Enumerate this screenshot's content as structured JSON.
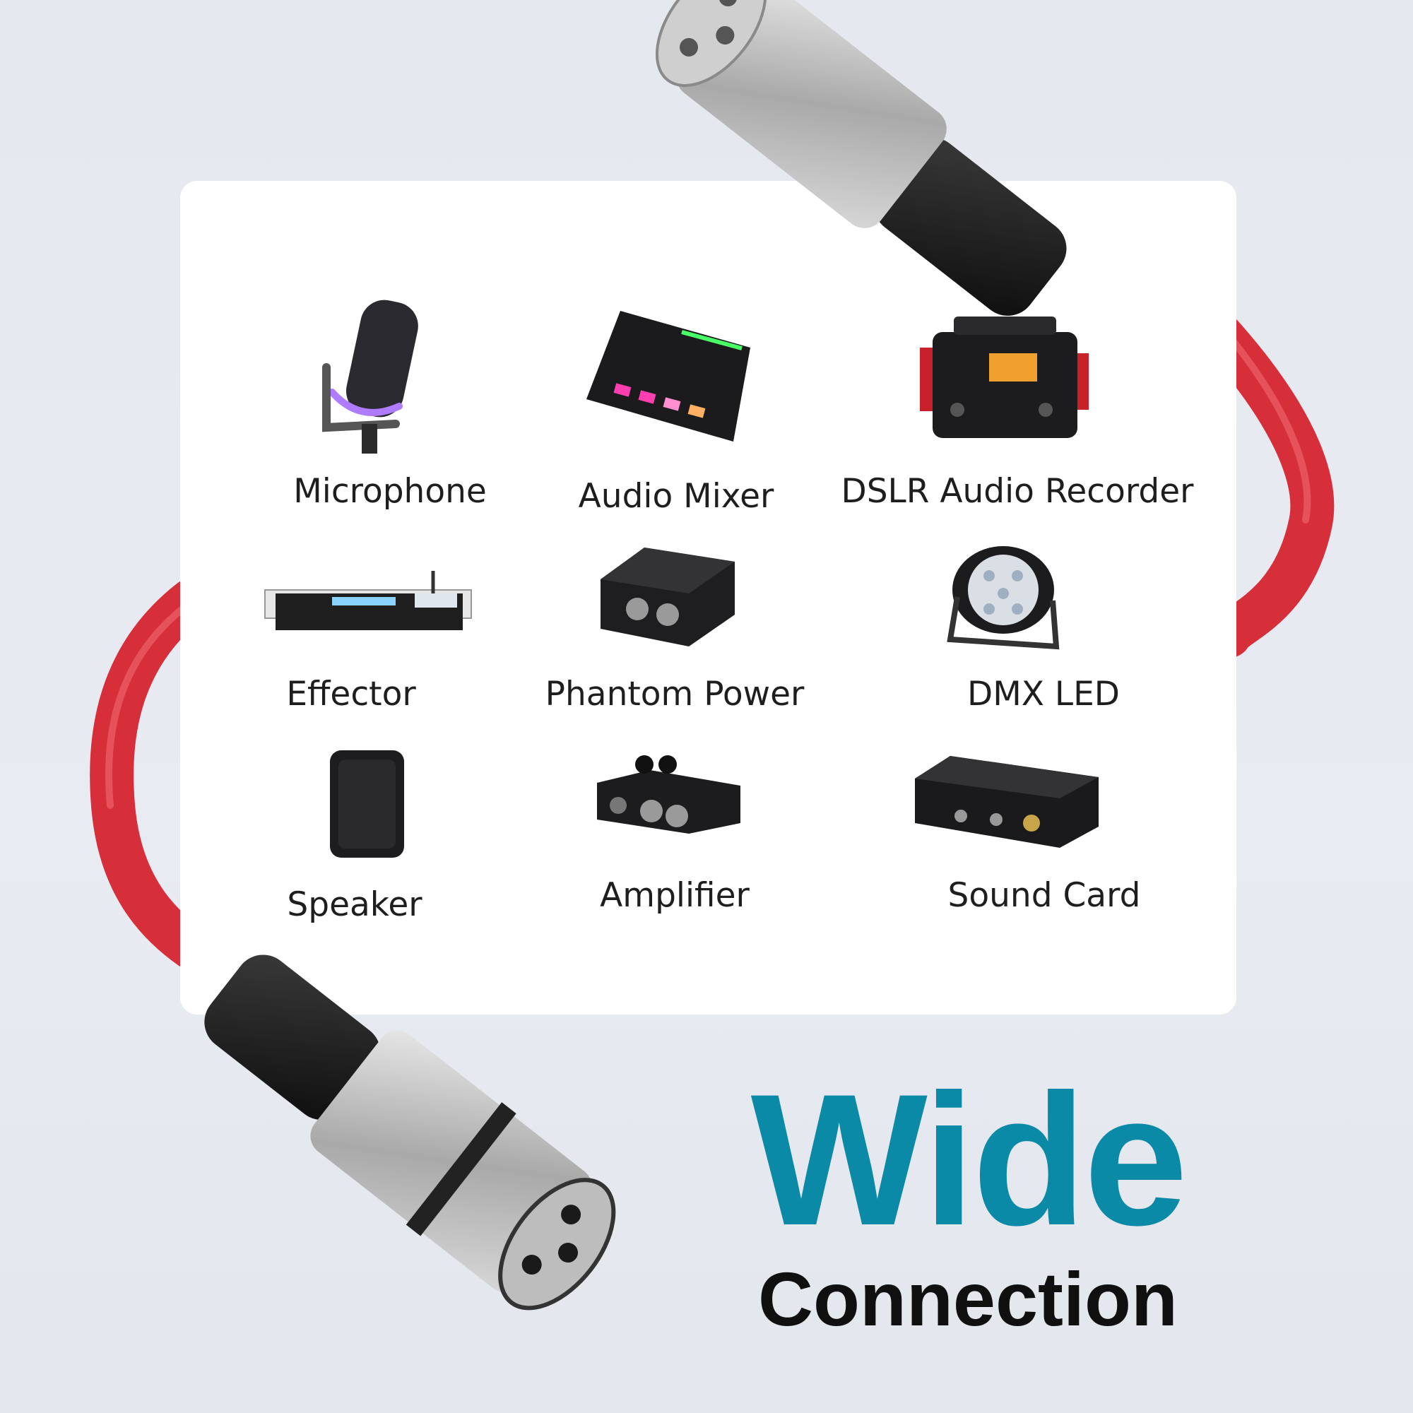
{
  "colors": {
    "background": "#e7e9f1",
    "card": "#ffffff",
    "cable": "#e23a44",
    "headline_accent": "#0b8aa8",
    "headline_dark": "#101010"
  },
  "devices": [
    {
      "label": "Microphone",
      "icon": "microphone-icon"
    },
    {
      "label": "Audio Mixer",
      "icon": "audio-mixer-icon"
    },
    {
      "label": "DSLR Audio Recorder",
      "icon": "audio-recorder-icon"
    },
    {
      "label": "Effector",
      "icon": "effector-rack-icon"
    },
    {
      "label": "Phantom Power",
      "icon": "phantom-power-icon"
    },
    {
      "label": "DMX LED",
      "icon": "led-par-light-icon"
    },
    {
      "label": "Speaker",
      "icon": "speaker-icon"
    },
    {
      "label": "Amplifier",
      "icon": "amplifier-icon"
    },
    {
      "label": "Sound Card",
      "icon": "sound-card-icon"
    }
  ],
  "headline": {
    "line1": "Wide",
    "line2": "Connection"
  },
  "connectors": {
    "top": "xlr-male-connector-icon",
    "bottom": "xlr-female-connector-icon"
  }
}
